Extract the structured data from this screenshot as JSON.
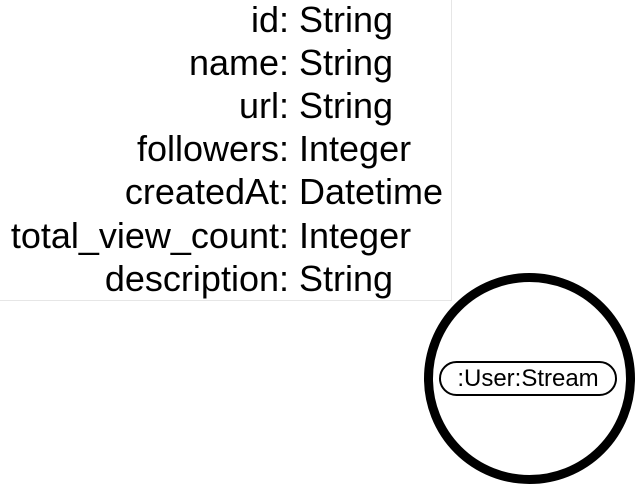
{
  "properties": [
    {
      "key": "id:",
      "type": "String"
    },
    {
      "key": "name:",
      "type": "String"
    },
    {
      "key": "url:",
      "type": "String"
    },
    {
      "key": "followers:",
      "type": "Integer"
    },
    {
      "key": "createdAt:",
      "type": "Datetime"
    },
    {
      "key": "total_view_count:",
      "type": "Integer"
    },
    {
      "key": "description:",
      "type": "String"
    }
  ],
  "node": {
    "label": ":User:Stream"
  }
}
